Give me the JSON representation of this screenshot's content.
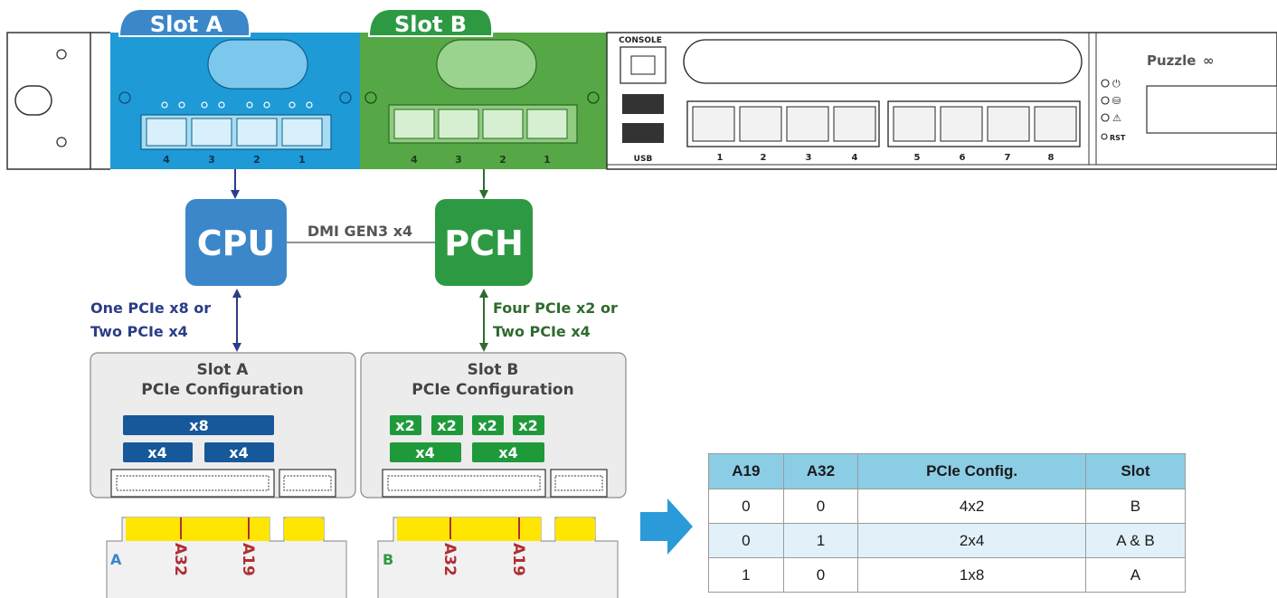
{
  "front_panel": {
    "slot_a_tab": "Slot A",
    "slot_b_tab": "Slot B",
    "slot_a_ports": [
      "4",
      "3",
      "2",
      "1"
    ],
    "slot_b_ports": [
      "4",
      "3",
      "2",
      "1"
    ],
    "console_label": "CONSOLE",
    "usb_label": "USB",
    "onboard_ports": [
      "1",
      "2",
      "3",
      "4",
      "5",
      "6",
      "7",
      "8"
    ],
    "brand": "Puzzle",
    "rst_label": "RST"
  },
  "diagram": {
    "cpu_label": "CPU",
    "pch_label": "PCH",
    "dmi_label": "DMI GEN3 x4",
    "cpu_link_line1": "One PCIe x8 or",
    "cpu_link_line2": "Two PCIe x4",
    "pch_link_line1": "Four PCIe x2 or",
    "pch_link_line2": "Two PCIe x4",
    "slot_a_title_line1": "Slot A",
    "slot_a_title_line2": "PCIe Configuration",
    "slot_b_title_line1": "Slot B",
    "slot_b_title_line2": "PCIe Configuration",
    "lane_x8": "x8",
    "lane_x4": "x4",
    "lane_x2": "x2",
    "card_a_letter": "A",
    "card_b_letter": "B",
    "pin_a32": "A32",
    "pin_a19": "A19"
  },
  "colors": {
    "slot_a": "#1e9ad6",
    "slot_b": "#56a846",
    "cpu": "#3b87c9",
    "pch": "#2d9a43",
    "lane_blue": "#16589a",
    "lane_green": "#1f9a3b",
    "text_blue": "#2b3d86",
    "text_green": "#2f6a2f",
    "pin_red": "#b12e35",
    "table_header": "#8ccde6",
    "table_alt": "#e2f1f9"
  },
  "table": {
    "headers": [
      "A19",
      "A32",
      "PCIe Config.",
      "Slot"
    ],
    "rows": [
      [
        "0",
        "0",
        "4x2",
        "B"
      ],
      [
        "0",
        "1",
        "2x4",
        "A & B"
      ],
      [
        "1",
        "0",
        "1x8",
        "A"
      ]
    ]
  }
}
